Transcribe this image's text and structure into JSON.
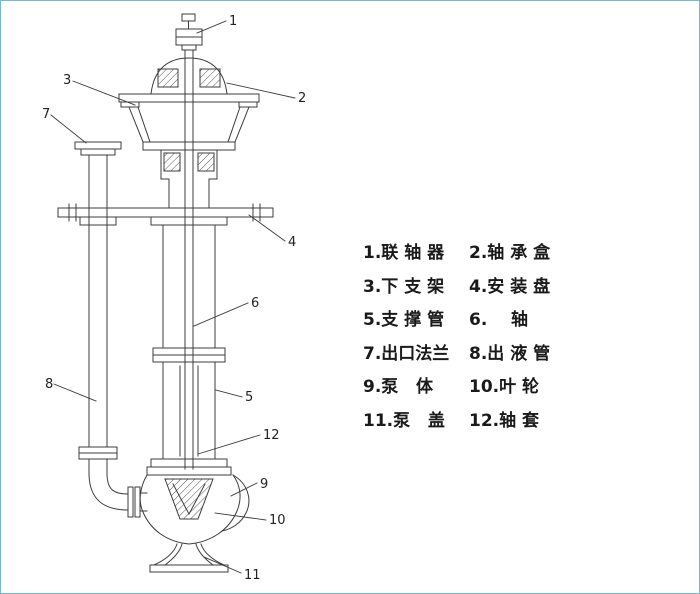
{
  "diagram": {
    "callouts": [
      "1",
      "2",
      "3",
      "4",
      "5",
      "6",
      "7",
      "8",
      "9",
      "10",
      "11",
      "12"
    ]
  },
  "legend": {
    "rows": [
      {
        "left": "1.联 轴 器",
        "right": "2.轴 承 盒"
      },
      {
        "left": "3.下 支 架",
        "right": "4.安 装 盘"
      },
      {
        "left": "5.支 撑 管",
        "right": "6.    轴"
      },
      {
        "left": "7.出口法兰",
        "right": "8.出 液 管"
      },
      {
        "left": "9.泵   体",
        "right": "10.叶 轮"
      },
      {
        "left": "11.泵   盖",
        "right": "12.轴 套"
      }
    ]
  },
  "colors": {
    "border": "#7ab8cd",
    "line": "#3c3c3c",
    "text": "#1a1a1a"
  }
}
